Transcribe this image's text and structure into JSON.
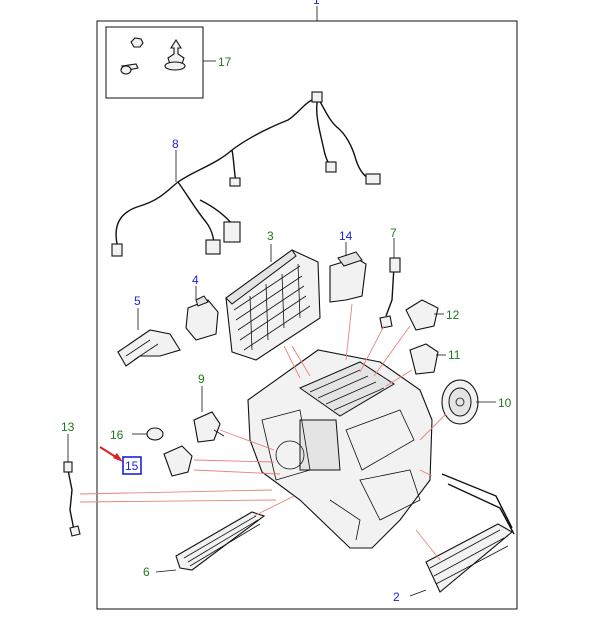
{
  "colors": {
    "blue_label": "#1f1fe0",
    "green_label": "#1f7a1f",
    "highlight_box": "#1f1fe0",
    "callout_arrow": "#e02020",
    "leader_lines": "#e8837a"
  },
  "callouts": [
    {
      "id": "1",
      "text": "1",
      "color": "blue"
    },
    {
      "id": "2",
      "text": "2",
      "color": "blue"
    },
    {
      "id": "3",
      "text": "3",
      "color": "green"
    },
    {
      "id": "4",
      "text": "4",
      "color": "blue"
    },
    {
      "id": "5",
      "text": "5",
      "color": "blue"
    },
    {
      "id": "6",
      "text": "6",
      "color": "green"
    },
    {
      "id": "7",
      "text": "7",
      "color": "green"
    },
    {
      "id": "8",
      "text": "8",
      "color": "blue"
    },
    {
      "id": "9",
      "text": "9",
      "color": "green"
    },
    {
      "id": "10",
      "text": "10",
      "color": "green"
    },
    {
      "id": "11",
      "text": "11",
      "color": "green"
    },
    {
      "id": "12",
      "text": "12",
      "color": "green"
    },
    {
      "id": "13",
      "text": "13",
      "color": "green"
    },
    {
      "id": "14",
      "text": "14",
      "color": "blue"
    },
    {
      "id": "15",
      "text": "15",
      "color": "blue",
      "highlighted": true
    },
    {
      "id": "16",
      "text": "16",
      "color": "green"
    },
    {
      "id": "17",
      "text": "17",
      "color": "green"
    }
  ]
}
